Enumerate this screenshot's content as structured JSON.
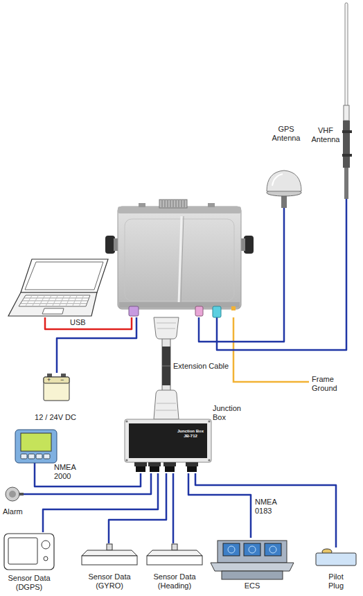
{
  "diagram": {
    "nodes": [
      {
        "text": [
          "GPS Antenna"
        ]
      },
      {
        "text": [
          "VHF Antenna"
        ]
      },
      {
        "text": []
      },
      {
        "text": []
      },
      {
        "text": [
          "12 / 24V DC"
        ]
      },
      {
        "text": [
          "Junction Box",
          "Junction Box JB-712"
        ]
      },
      {
        "text": [
          "NMEA 2000"
        ]
      },
      {
        "text": [
          "Alarm"
        ]
      },
      {
        "text": [
          "Sensor Data (DGPS)"
        ]
      },
      {
        "text": [
          "Sensor Data (GYRO)"
        ]
      },
      {
        "text": [
          "Sensor Data (Heading)"
        ]
      },
      {
        "text": [
          "ECS"
        ]
      },
      {
        "text": [
          "Pilot Plug"
        ]
      }
    ],
    "edges": [
      {
        "from": 3,
        "to": 2,
        "arrow": "none",
        "label": "USB"
      },
      {
        "from": 4,
        "to": 2,
        "arrow": "none"
      },
      {
        "from": 0,
        "to": 2,
        "arrow": "none"
      },
      {
        "from": 1,
        "to": 2,
        "arrow": "none"
      },
      {
        "from": 2,
        "to": 5,
        "arrow": "none",
        "label": "Extension Cable"
      },
      {
        "from": 6,
        "to": 5,
        "arrow": "none"
      },
      {
        "from": 7,
        "to": 5,
        "arrow": "none"
      },
      {
        "from": 8,
        "to": 5,
        "arrow": "none"
      },
      {
        "from": 9,
        "to": 5,
        "arrow": "none"
      },
      {
        "from": 10,
        "to": 5,
        "arrow": "none"
      },
      {
        "from": 11,
        "to": 5,
        "arrow": "none",
        "label": "NMEA 0183"
      },
      {
        "from": 12,
        "to": 5,
        "arrow": "none"
      }
    ],
    "labels": [
      "Frame Ground",
      "+",
      "−"
    ]
  }
}
